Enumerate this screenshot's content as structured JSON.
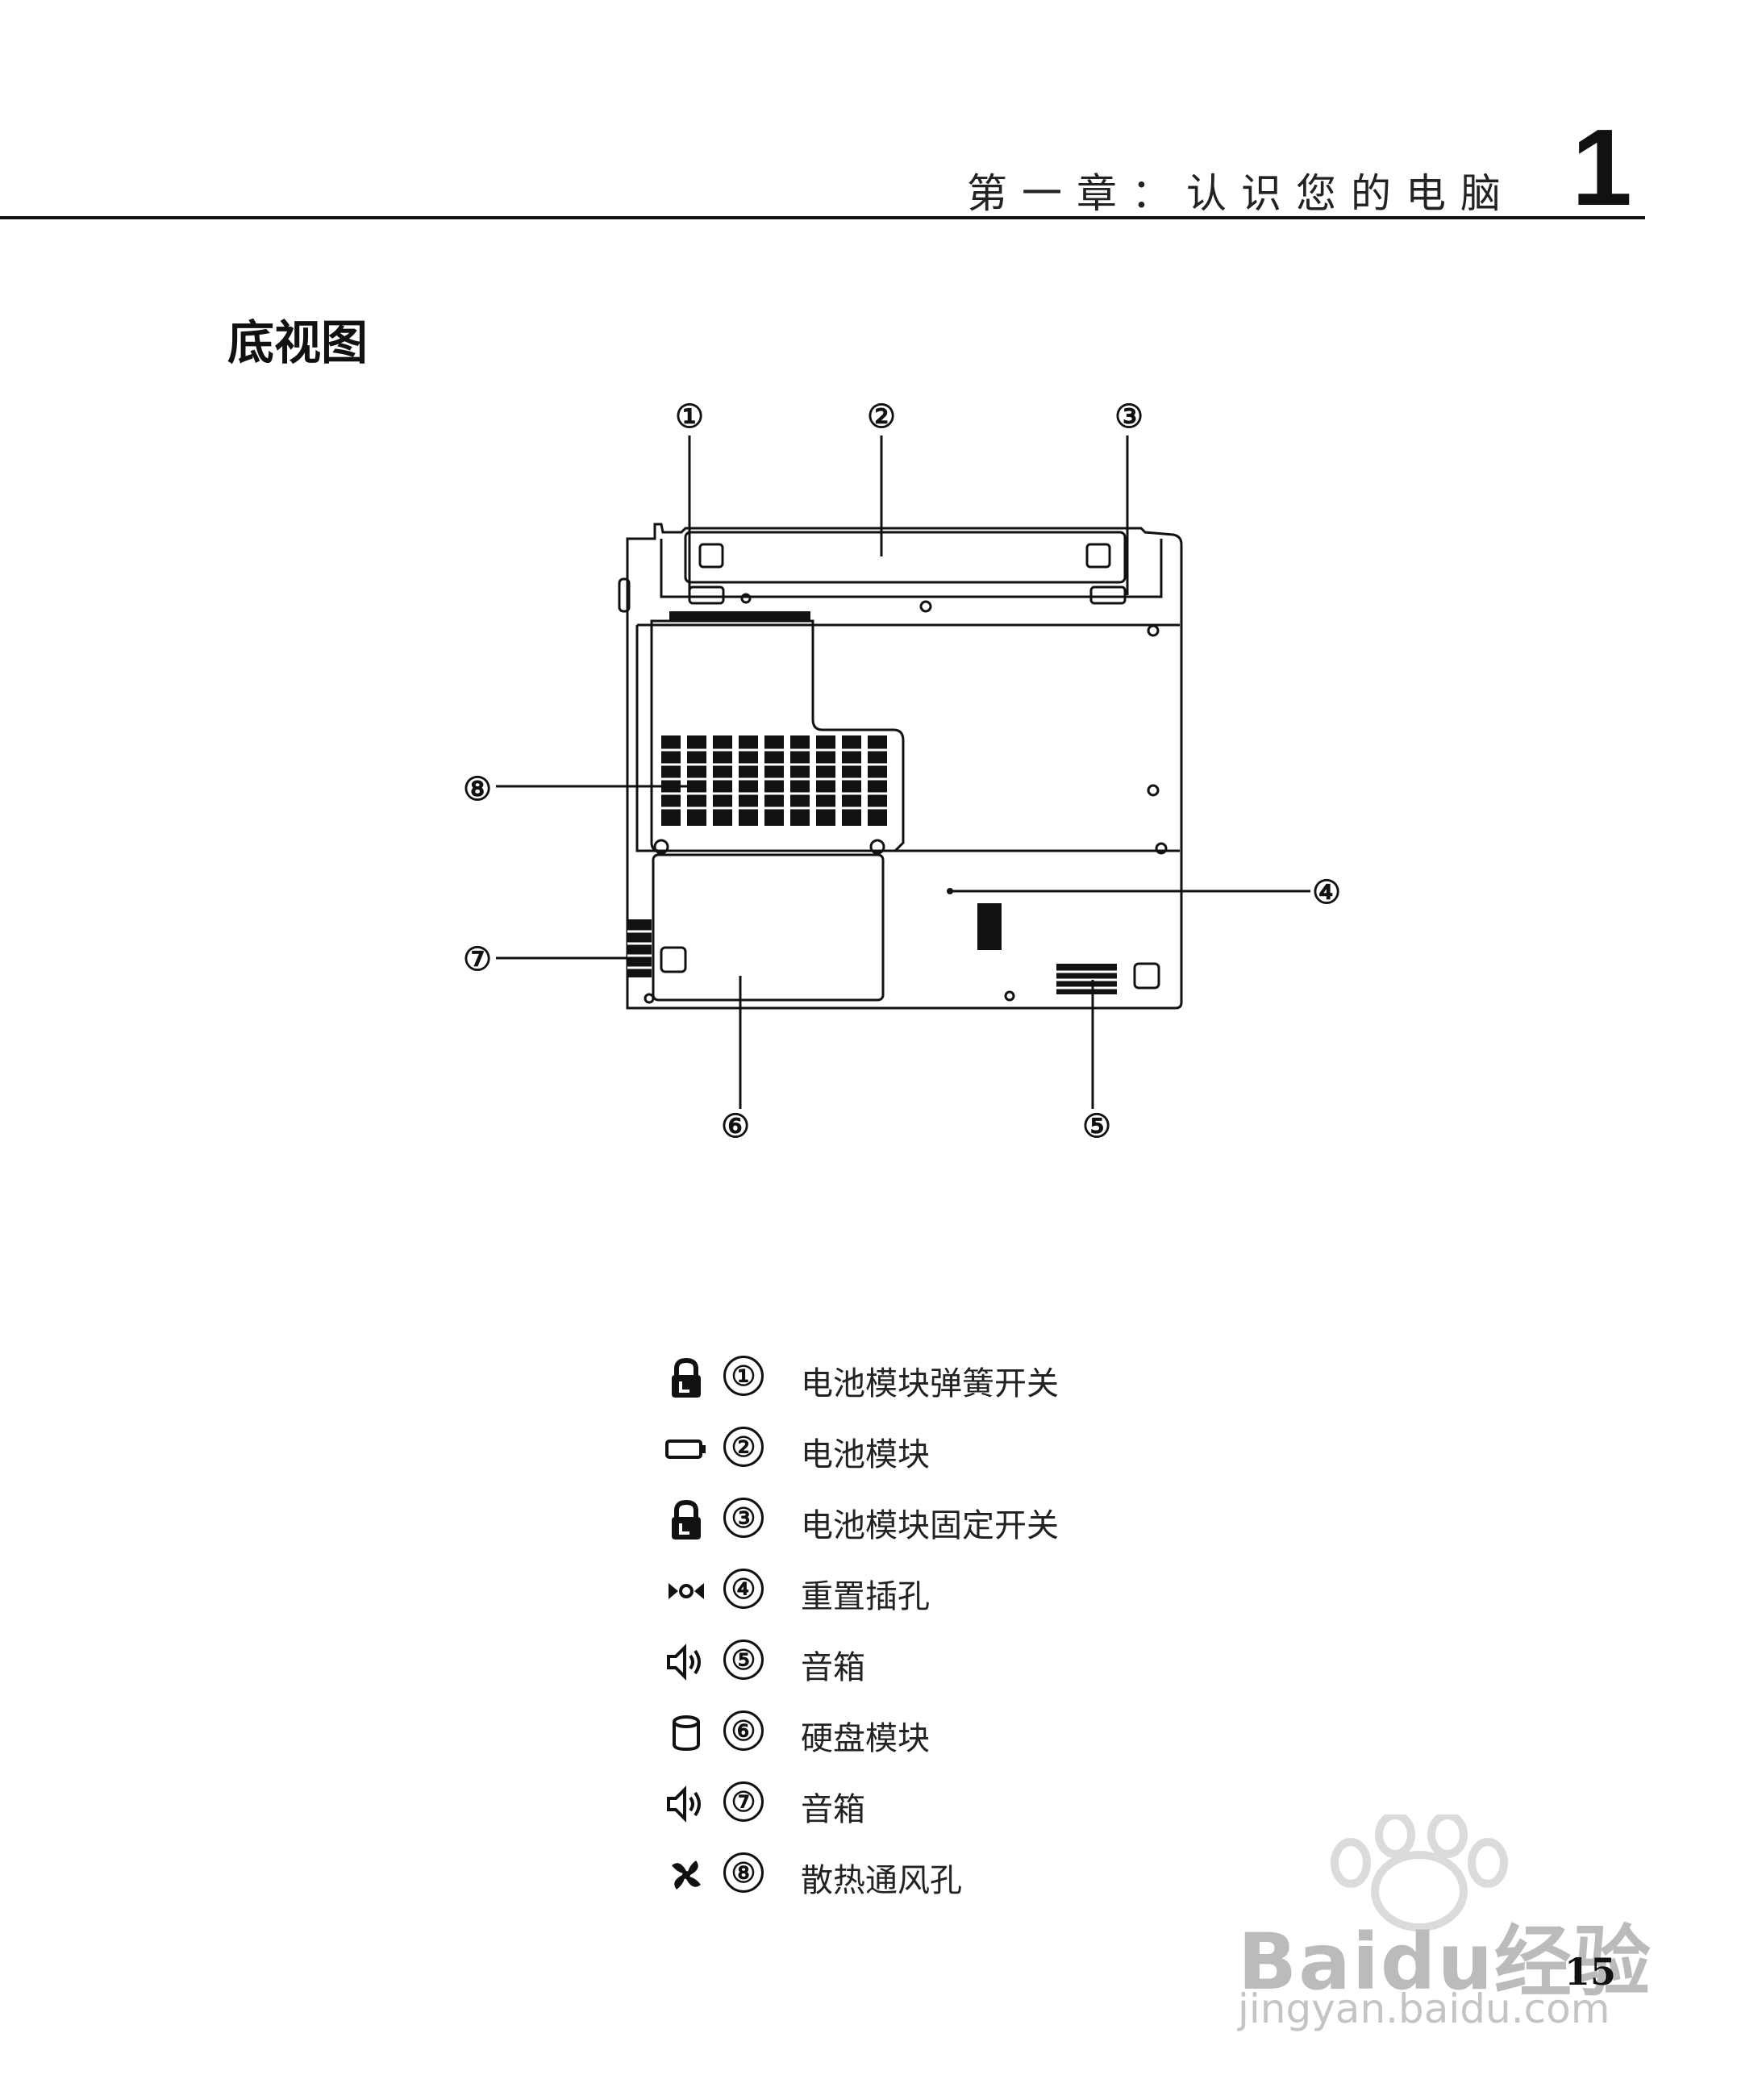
{
  "header": {
    "chapter_title": "第一章：认识您的电脑",
    "chapter_number": "1"
  },
  "section": {
    "title": "底视图"
  },
  "callouts": [
    "①",
    "②",
    "③",
    "④",
    "⑤",
    "⑥",
    "⑦",
    "⑧"
  ],
  "legend": [
    {
      "number": "①",
      "label": "电池模块弹簧开关",
      "icon": "lock-icon"
    },
    {
      "number": "②",
      "label": "电池模块",
      "icon": "battery-icon"
    },
    {
      "number": "③",
      "label": "电池模块固定开关",
      "icon": "lock-icon"
    },
    {
      "number": "④",
      "label": "重置插孔",
      "icon": "reset-icon"
    },
    {
      "number": "⑤",
      "label": "音箱",
      "icon": "speaker-icon"
    },
    {
      "number": "⑥",
      "label": "硬盘模块",
      "icon": "hard-disk-icon"
    },
    {
      "number": "⑦",
      "label": "音箱",
      "icon": "speaker-icon"
    },
    {
      "number": "⑧",
      "label": "散热通风孔",
      "icon": "fan-icon"
    }
  ],
  "page_number": "15",
  "watermark": {
    "brand": "Baidu经验",
    "url": "jingyan.baidu.com"
  }
}
